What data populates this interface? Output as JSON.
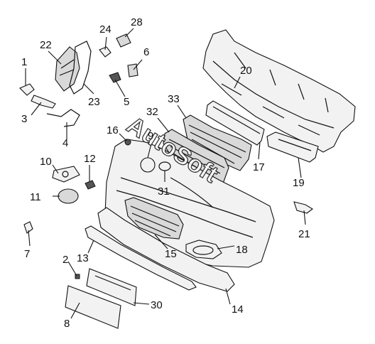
{
  "watermark": "AutoSoft",
  "callouts": [
    "1",
    "2",
    "3",
    "4",
    "5",
    "6",
    "7",
    "8",
    "9",
    "10",
    "11",
    "12",
    "13",
    "14",
    "15",
    "16",
    "17",
    "18",
    "19",
    "20",
    "21",
    "22",
    "23",
    "24",
    "28",
    "30",
    "31",
    "32",
    "33"
  ]
}
